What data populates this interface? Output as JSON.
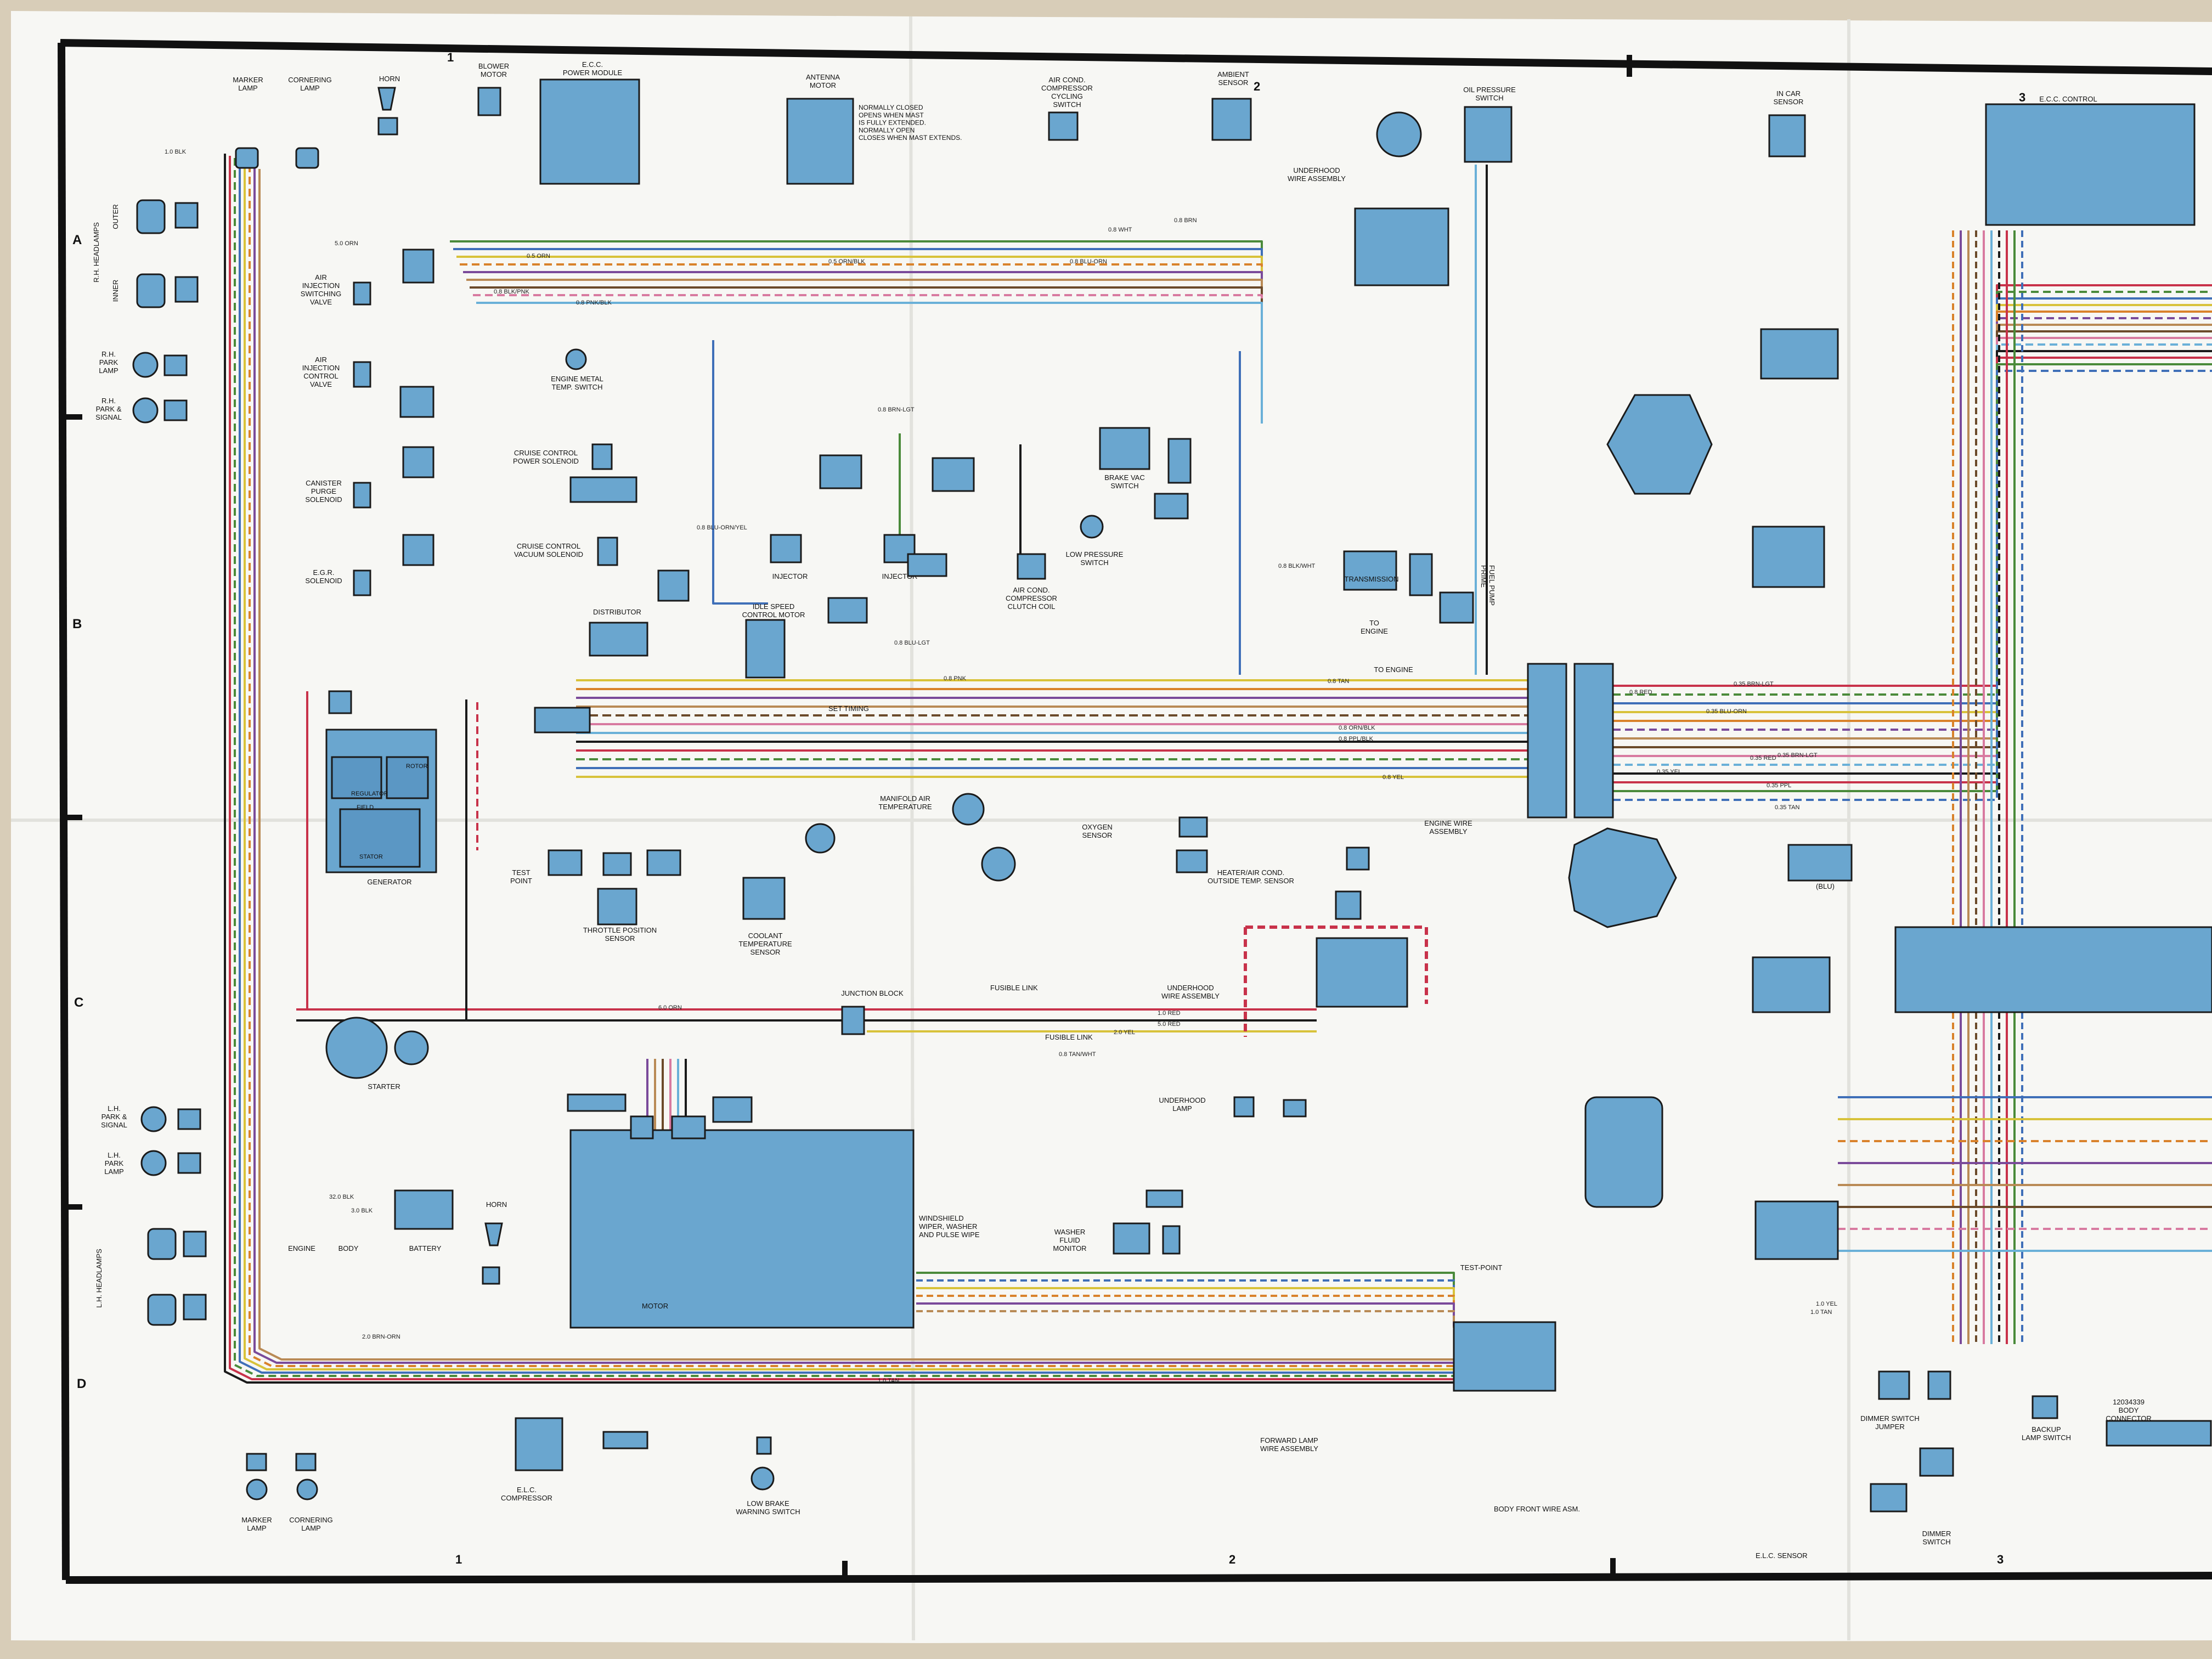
{
  "zones_top": [
    "1",
    "2",
    "3"
  ],
  "zones_bottom": [
    "1",
    "2",
    "3"
  ],
  "rows": [
    "A",
    "B",
    "C",
    "D"
  ],
  "components": {
    "marker_lamp_top": "MARKER\nLAMP",
    "cornering_lamp_top": "CORNERING\nLAMP",
    "horn_top": "HORN",
    "blower_motor": "BLOWER\nMOTOR",
    "ecc_power_module": "E.C.C.\nPOWER MODULE",
    "antenna_motor": "ANTENNA\nMOTOR",
    "antenna_note": "NORMALLY CLOSED\nOPENS WHEN MAST\nIS FULLY EXTENDED.\n\nNORMALLY OPEN\nCLOSES WHEN MAST EXTENDS.",
    "ac_cycling_switch": "AIR COND.\nCOMPRESSOR\nCYCLING\nSWITCH",
    "ambient_sensor": "AMBIENT\nSENSOR",
    "oil_pressure_switch": "OIL PRESSURE\nSWITCH",
    "underhood_wire_asm_top": "UNDERHOOD\nWIRE ASSEMBLY",
    "in_car_sensor": "IN CAR\nSENSOR",
    "ecc_control": "E.C.C. CONTROL",
    "rh_headlamps": "R.H. HEADLAMPS",
    "outer": "OUTER",
    "inner": "INNER",
    "rh_park_lamp": "R.H.\nPARK\nLAMP",
    "rh_park_signal": "R.H.\nPARK &\nSIGNAL",
    "air_injection_switching": "AIR\nINJECTION\nSWITCHING\nVALVE",
    "air_injection_control": "AIR\nINJECTION\nCONTROL\nVALVE",
    "canister_purge": "CANISTER\nPURGE\nSOLENOID",
    "egr_solenoid": "E.G.R.\nSOLENOID",
    "engine_metal_temp": "ENGINE METAL\nTEMP. SWITCH",
    "cruise_power_solenoid": "CRUISE CONTROL\nPOWER SOLENOID",
    "cruise_vacuum_solenoid": "CRUISE CONTROL\nVACUUM SOLENOID",
    "injector_1": "INJECTOR",
    "injector_2": "INJECTOR",
    "ac_clutch_coil": "AIR COND.\nCOMPRESSOR\nCLUTCH COIL",
    "brake_vac_switch": "BRAKE VAC\nSWITCH",
    "low_pressure_switch": "LOW PRESSURE\nSWITCH",
    "transmission": "TRANSMISSION",
    "to_engine_1": "TO\nENGINE",
    "to_engine_2": "TO ENGINE",
    "fuel_pump_prime": "FUEL PUMP\nPRIME",
    "distributor": "DISTRIBUTOR",
    "idle_speed_motor": "IDLE SPEED\nCONTROL MOTOR",
    "set_timing": "SET TIMING",
    "generator": "GENERATOR",
    "regulator": "REGULATOR",
    "field": "FIELD",
    "stator": "STATOR",
    "rotor": "ROTOR",
    "test_point": "TEST\nPOINT",
    "throttle_position_sensor": "THROTTLE POSITION\nSENSOR",
    "manifold_air_temp": "MANIFOLD AIR\nTEMPERATURE",
    "coolant_temp_sensor": "COOLANT\nTEMPERATURE\nSENSOR",
    "oxygen_sensor": "OXYGEN\nSENSOR",
    "engine_wire_assembly": "ENGINE WIRE\nASSEMBLY",
    "heater_ac_outside_temp": "HEATER/AIR COND.\nOUTSIDE TEMP. SENSOR",
    "junction_block": "JUNCTION BLOCK",
    "fusible_link_1": "FUSIBLE LINK",
    "fusible_link_2": "FUSIBLE LINK",
    "underhood_wire_asm_mid": "UNDERHOOD\nWIRE ASSEMBLY",
    "starter": "STARTER",
    "underhood_lamp": "UNDERHOOD\nLAMP",
    "lh_park_signal": "L.H.\nPARK &\nSIGNAL",
    "lh_park_lamp": "L.H.\nPARK\nLAMP",
    "lh_headlamps": "L.H. HEADLAMPS",
    "engine_ground": "ENGINE",
    "body_ground": "BODY",
    "battery": "BATTERY",
    "horn_bottom": "HORN",
    "wiper_motor": "WINDSHIELD\nWIPER, WASHER\nAND PULSE WIPE",
    "motor": "MOTOR",
    "washer_fluid_monitor": "WASHER\nFLUID\nMONITOR",
    "test_point_bottom": "TEST-POINT",
    "forward_lamp_wire_asm": "FORWARD LAMP\nWIRE ASSEMBLY",
    "marker_lamp_bottom": "MARKER\nLAMP",
    "cornering_lamp_bottom": "CORNERING\nLAMP",
    "elc_compressor": "E.L.C.\nCOMPRESSOR",
    "low_brake_warning": "LOW BRAKE\nWARNING SWITCH",
    "body_front_wire_asm": "BODY FRONT WIRE ASM.",
    "elc_sensor": "E.L.C. SENSOR",
    "dimmer_switch_jumper": "DIMMER SWITCH\nJUMPER",
    "backup_lamp_switch": "BACKUP\nLAMP SWITCH",
    "body_connector": "12034339\nBODY\nCONNECTOR",
    "dimmer_switch": "DIMMER\nSWITCH",
    "blu_label": "(BLU)"
  },
  "wire_labels": {
    "w1": "1.0 BLK",
    "w2": "5.0 ORN",
    "w3": "0.8 BLK/PNK",
    "w4": "0.8 PNK/BLK",
    "w5": "0.8 BRN",
    "w6": "0.8 WHT",
    "w7": "0.5 ORN",
    "w8": "0.5 ORN/BLK",
    "w9": "0.8 BLU-ORN",
    "w10": "0.8 BRN-LGT",
    "w11": "0.8 BLU-LGT",
    "w12": "0.8 PNK",
    "w13": "0.8 TAN",
    "w14": "0.8 PPL/BLK",
    "w15": "0.8 ORN/BLK",
    "w16": "0.8 RED",
    "w17": "0.8 YEL",
    "w18": "0.35 TAN",
    "w19": "0.35 PPL",
    "w20": "0.35 RED",
    "w21": "0.35 YEL",
    "w22": "0.35 BRN-LGT",
    "w23": "1.0 RED",
    "w24": "2.0 YEL",
    "w25": "5.0 RED",
    "w26": "2.0 BRN-ORN",
    "w27": "1.0 TAN",
    "w28": "0.8 TAN/WHT",
    "w29": "32.0 BLK",
    "w30": "3.0 BLK",
    "w31": "6.0 ORN",
    "w32": "0.8 BLU-ORN/YEL",
    "w33": "0.8 BLK/WHT",
    "w34": "0.35 BLU-ORN",
    "w35": "0.35 BRN-LGT",
    "w36": "1.0 YEL",
    "w37": "1.0 TAN"
  },
  "colors": {
    "component_blue": "#6aa6cf",
    "frame": "#111111",
    "paper": "#f7f7f4",
    "wire_red": "#c8324a",
    "wire_green": "#4a8a3a",
    "wire_blue": "#3f6fb8",
    "wire_yellow": "#d8c23a",
    "wire_orange": "#d9822b",
    "wire_purple": "#7a4a9a",
    "wire_tan": "#b98a55",
    "wire_brown": "#6b4a2a",
    "wire_pink": "#d87aa0",
    "wire_black": "#1a1a1a",
    "wire_lightblue": "#6ab0d8"
  }
}
